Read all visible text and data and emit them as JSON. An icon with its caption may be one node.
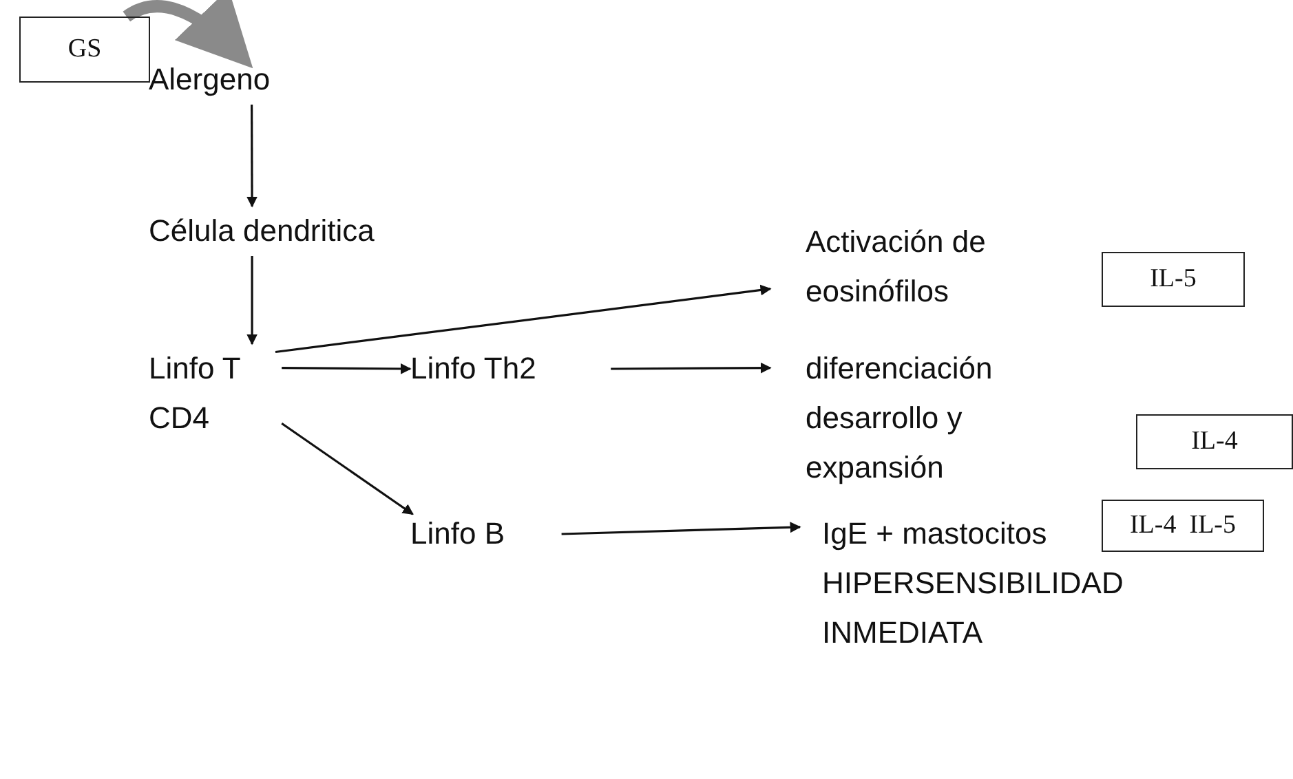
{
  "diagram": {
    "nodes": [
      {
        "text": [
          "GS"
        ]
      },
      {
        "text": [
          "Alergeno"
        ]
      },
      {
        "text": [
          "Célula dendritica"
        ]
      },
      {
        "text": [
          "Linfo T CD4"
        ]
      },
      {
        "text": [
          "Linfo Th2"
        ]
      },
      {
        "text": [
          "Linfo B"
        ]
      },
      {
        "text": [
          "Activación de eosinófilos"
        ]
      },
      {
        "text": [
          "IL-5"
        ]
      },
      {
        "text": [
          "diferenciación desarrollo y expansión"
        ]
      },
      {
        "text": [
          "IL-4"
        ]
      },
      {
        "text": [
          "IgE + mastocitos",
          "HIPERSENSIBILIDAD INMEDIATA"
        ]
      },
      {
        "text": [
          "IL-4  IL-5"
        ]
      }
    ],
    "edges": [
      {
        "from": 0,
        "to": 1,
        "arrow": "to",
        "style": "thick",
        "color": "#8a8a8a"
      },
      {
        "from": 1,
        "to": 2,
        "arrow": "to"
      },
      {
        "from": 2,
        "to": 3,
        "arrow": "to"
      },
      {
        "from": 3,
        "to": 6,
        "arrow": "to"
      },
      {
        "from": 3,
        "to": 4,
        "arrow": "to"
      },
      {
        "from": 3,
        "to": 5,
        "arrow": "to"
      },
      {
        "from": 4,
        "to": 8,
        "arrow": "to"
      },
      {
        "from": 5,
        "to": 10,
        "arrow": "to"
      }
    ]
  }
}
